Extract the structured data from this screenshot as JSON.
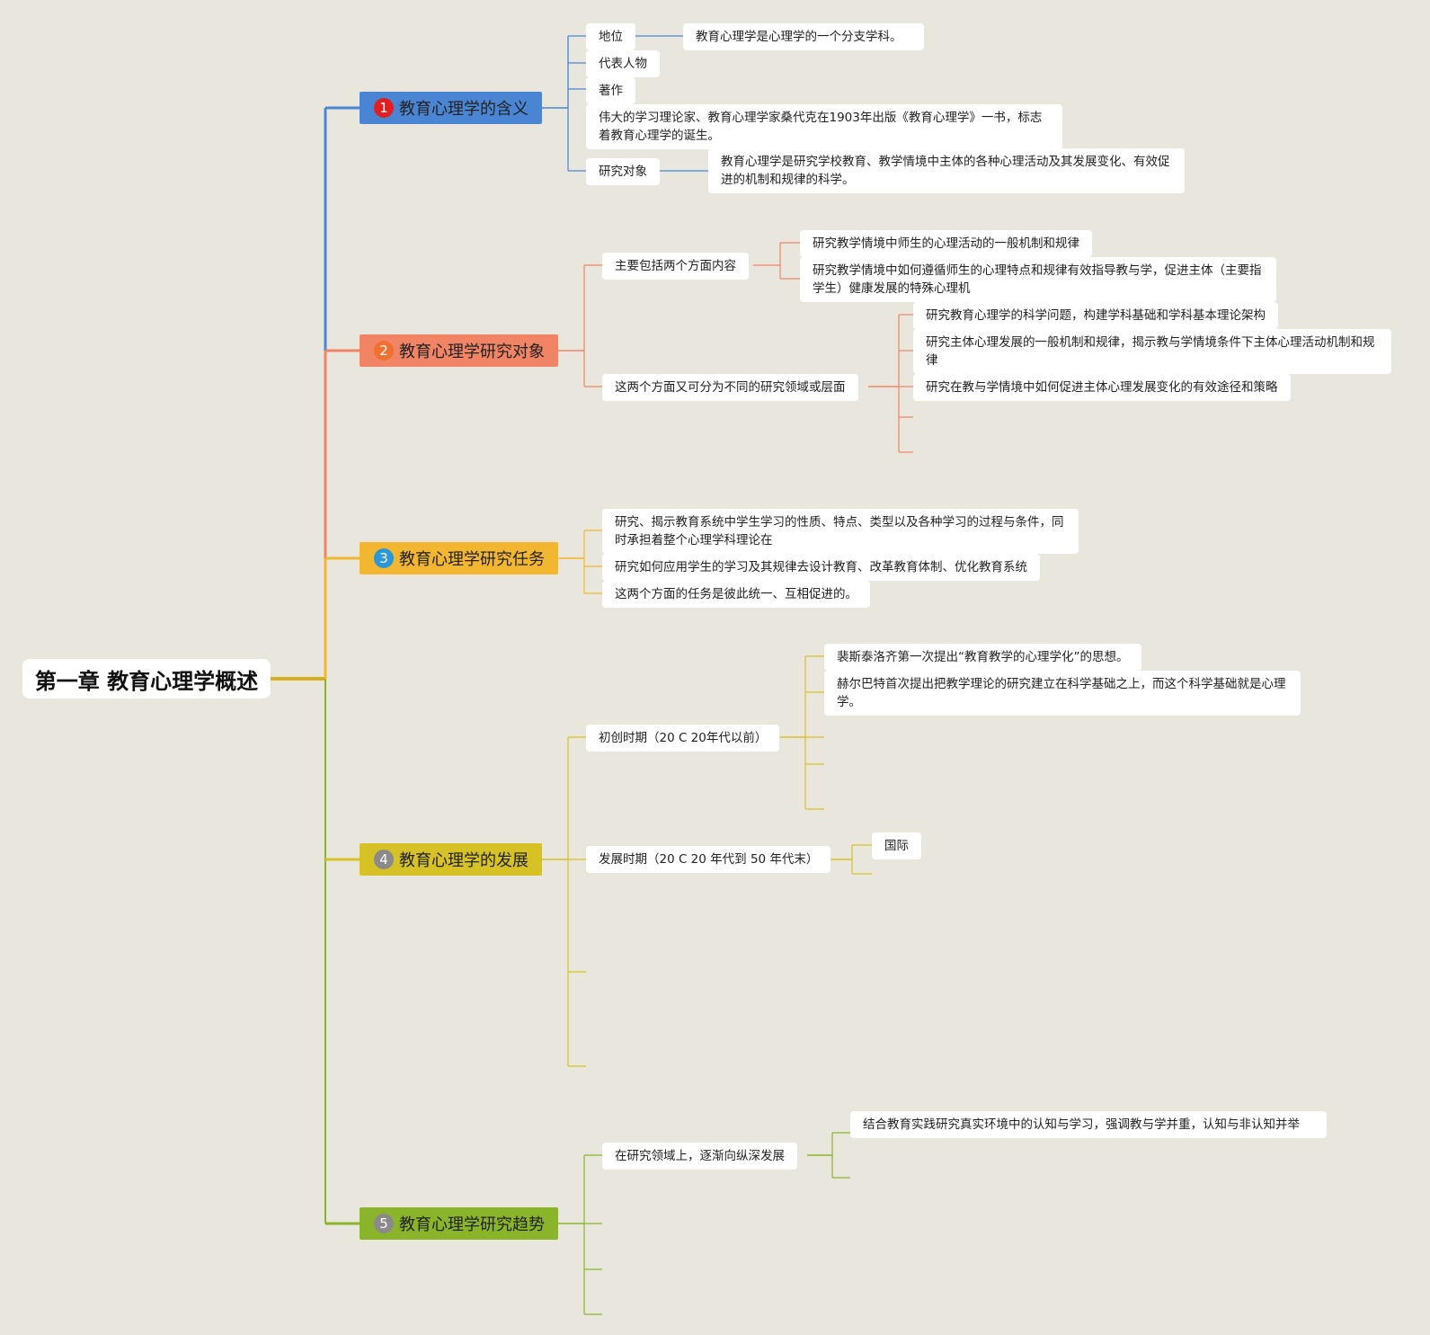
{
  "root": {
    "title": "第一章 教育心理学概述"
  },
  "branches": [
    {
      "num": "1",
      "label": "教育心理学的含义",
      "color": "#4a85d4",
      "badge": "#e02020"
    },
    {
      "num": "2",
      "label": "教育心理学研究对象",
      "color": "#f08464",
      "badge": "#f07030"
    },
    {
      "num": "3",
      "label": "教育心理学研究任务",
      "color": "#f3b630",
      "badge": "#2a98d6"
    },
    {
      "num": "4",
      "label": "教育心理学的发展",
      "color": "#d6c226",
      "badge": "#8a8a8a"
    },
    {
      "num": "5",
      "label": "教育心理学研究趋势",
      "color": "#8ab52a",
      "badge": "#8a8a8a"
    }
  ],
  "meaning": {
    "status": "地位",
    "status_desc": "教育心理学是心理学的一个分支学科。",
    "people": "代表人物",
    "works": "著作",
    "works_desc": "伟大的学习理论家、教育心理学家桑代克在1903年出版《教育心理学》一书，标志着教育心理学的诞生。",
    "object": "研究对象",
    "object_desc": "教育心理学是研究学校教育、教学情境中主体的各种心理活动及其发展变化、有效促进的机制和规律的科学。"
  },
  "object": {
    "two_aspects": "主要包括两个方面内容",
    "aspect_1": "研究教学情境中师生的心理活动的一般机制和规律",
    "aspect_2": "研究教学情境中如何遵循师生的心理特点和规律有效指导教与学，促进主体（主要指学生）健康发展的特殊心理机",
    "levels": "这两个方面又可分为不同的研究领域或层面",
    "level_1": "研究教育心理学的科学问题，构建学科基础和学科基本理论架构",
    "level_2": "研究主体心理发展的一般机制和规律，揭示教与学情境条件下主体心理活动机制和规律",
    "level_3": "研究在教与学情境中如何促进主体心理发展变化的有效途径和策略"
  },
  "task": {
    "task_1": "研究、揭示教育系统中学生学习的性质、特点、类型以及各种学习的过程与条件，同时承担着整个心理学科理论在",
    "task_2": "研究如何应用学生的学习及其规律去设计教育、改革教育体制、优化教育系统",
    "task_3": "这两个方面的任务是彼此统一、互相促进的。"
  },
  "development": {
    "initial": "初创时期（20 C 20年代以前）",
    "initial_1": "裴斯泰洛齐第一次提出“教育教学的心理学化”的思想。",
    "initial_2": "赫尔巴特首次提出把教学理论的研究建立在科学基础之上，而这个科学基础就是心理学。",
    "growth": "发展时期（20 C 20 年代到 50 年代末）",
    "growth_1": "国际"
  },
  "trend": {
    "field": "在研究领域上，逐渐向纵深发展",
    "field_1": "结合教育实践研究真实环境中的认知与学习，强调教与学并重，认知与非认知并举"
  }
}
